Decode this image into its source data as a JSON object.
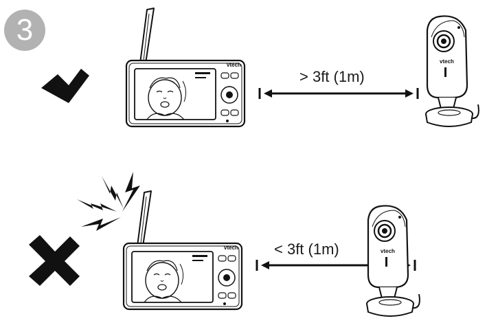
{
  "step": {
    "number": "3"
  },
  "scenarios": [
    {
      "status": "correct",
      "status_icon": "checkmark-icon",
      "distance_label": "> 3ft (1m)"
    },
    {
      "status": "incorrect",
      "status_icon": "cross-icon",
      "interference_icon": "lightning-icon",
      "distance_label": "< 3ft (1m)"
    }
  ],
  "devices": {
    "monitor_brand": "vtech",
    "camera_brand": "vtech"
  }
}
